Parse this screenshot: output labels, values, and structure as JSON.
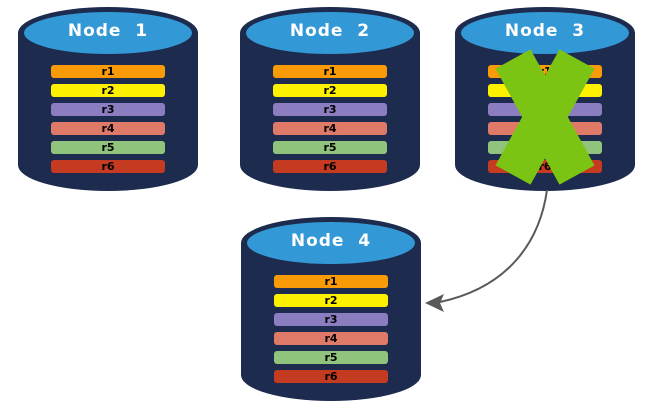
{
  "colors": {
    "background": "#FFFFFF",
    "cylinder_body": "#1D2B4E",
    "cylinder_top": "#3399D6",
    "node_label_text": "#FFFFFF",
    "partition_text": "#000000",
    "failure_x": "#7CC413",
    "arrow": "#595959"
  },
  "partition_colors": {
    "r1": "#F99B06",
    "r2": "#FDF000",
    "r3": "#8C7CC0",
    "r4": "#DF7A68",
    "r5": "#90C47C",
    "r6": "#C53B22"
  },
  "nodes": [
    {
      "label": "Node  1",
      "failed": false,
      "partitions": [
        "r1",
        "r2",
        "r3",
        "r4",
        "r5",
        "r6"
      ]
    },
    {
      "label": "Node  2",
      "failed": false,
      "partitions": [
        "r1",
        "r2",
        "r3",
        "r4",
        "r5",
        "r6"
      ]
    },
    {
      "label": "Node  3",
      "failed": true,
      "partitions": [
        "r1",
        "r2",
        "r3",
        "r4",
        "r5",
        "r6"
      ]
    },
    {
      "label": "Node  4",
      "failed": false,
      "partitions": [
        "r1",
        "r2",
        "r3",
        "r4",
        "r5",
        "r6"
      ]
    }
  ]
}
